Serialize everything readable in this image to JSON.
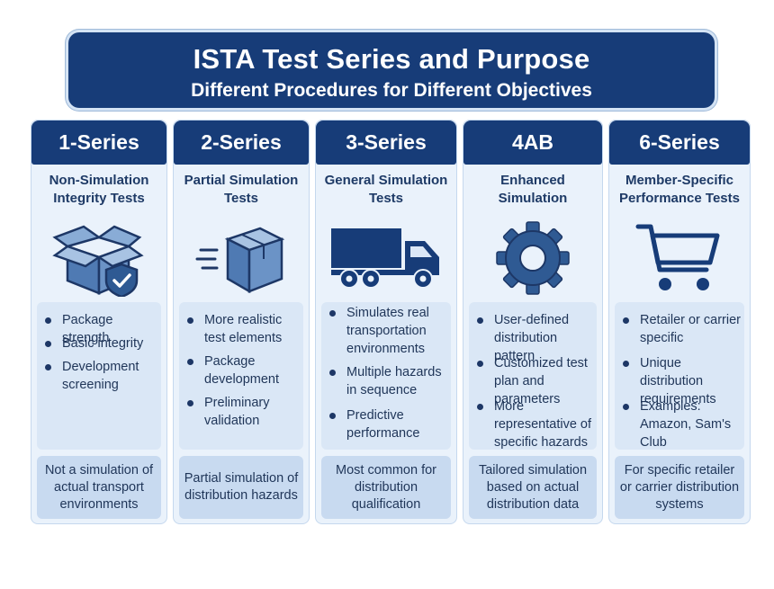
{
  "header": {
    "title": "ISTA Test Series and Purpose",
    "subtitle": "Different Procedures for Different Objectives"
  },
  "colors": {
    "navy": "#173c78",
    "panel": "#eaf2fb",
    "bullet_box": "#dae7f6",
    "footer_box": "#c8daf0",
    "icon_blue": "#2f5a93"
  },
  "columns": [
    {
      "title": "1-Series",
      "subtitle": "Non-Simulation Integrity Tests",
      "icon": "box-shield-icon",
      "bullets": [
        "Package strength",
        "Basic integrity",
        "Development screening"
      ],
      "footer": "Not a simulation of actual transport environments"
    },
    {
      "title": "2-Series",
      "subtitle": "Partial Simulation Tests",
      "icon": "moving-box-icon",
      "bullets": [
        "More realistic test elements",
        "Package development",
        "Preliminary validation"
      ],
      "footer": "Partial simulation of distribution hazards"
    },
    {
      "title": "3-Series",
      "subtitle": "General Simulation Tests",
      "icon": "truck-icon",
      "bullets": [
        "Simulates real transportation environments",
        "Multiple hazards in sequence",
        "Predictive performance"
      ],
      "footer": "Most common for distribution qualification"
    },
    {
      "title": "4AB",
      "subtitle": "Enhanced Simulation",
      "icon": "gear-icon",
      "bullets": [
        "User-defined distribution pattern",
        "Customized test plan and parameters",
        "More representative of specific hazards"
      ],
      "footer": "Tailored simulation based on actual distribution data"
    },
    {
      "title": "6-Series",
      "subtitle": "Member-Specific Performance Tests",
      "icon": "shopping-cart-icon",
      "bullets": [
        "Retailer or carrier specific",
        "Unique distribution requirements",
        "Examples: Amazon, Sam's Club"
      ],
      "footer": "For specific retailer or carrier distribution systems"
    }
  ]
}
